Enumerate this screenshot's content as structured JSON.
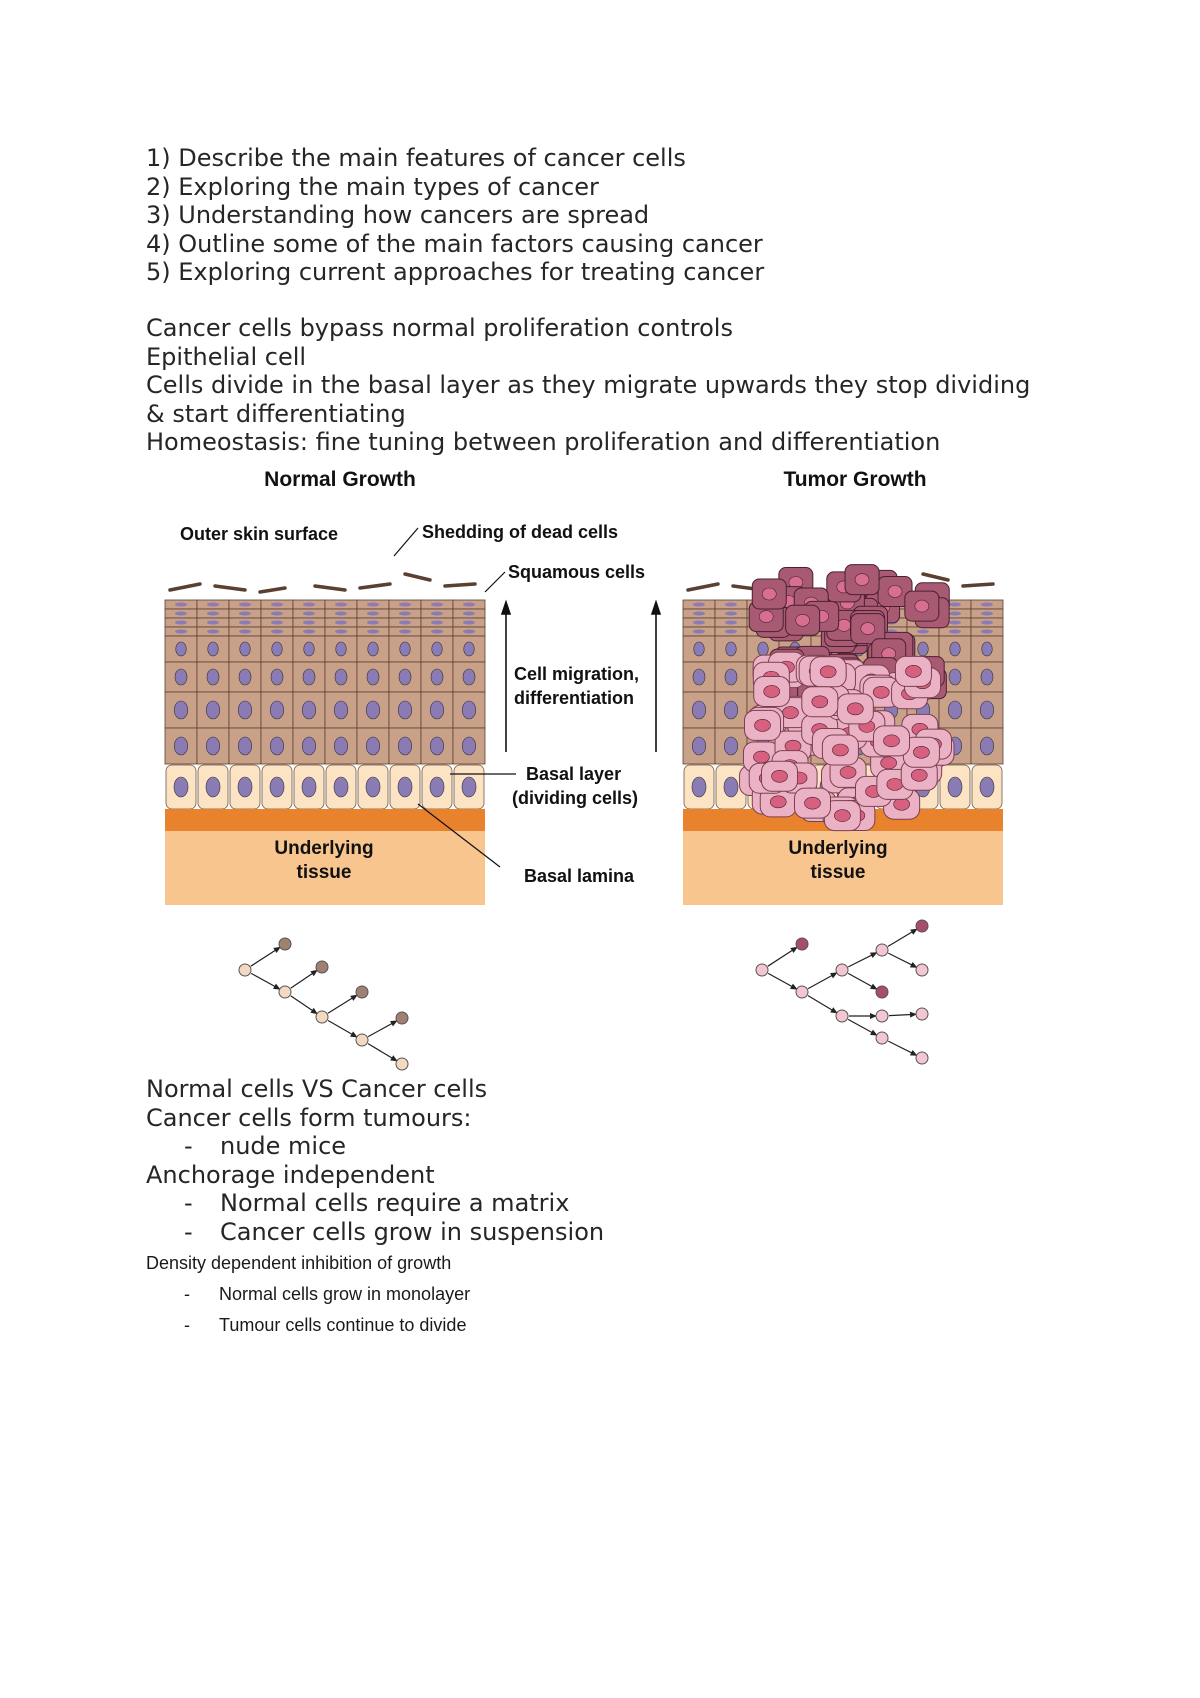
{
  "objectives": [
    "1) Describe the main features of cancer cells",
    "2) Exploring the main types of cancer",
    "3) Understanding how cancers are spread",
    "4) Outline some of the main factors causing cancer",
    "5) Exploring current approaches for treating cancer"
  ],
  "intro": {
    "line1": "Cancer cells bypass normal proliferation controls",
    "line2": "Epithelial cell",
    "line3": "Cells divide in the basal layer as they migrate upwards they stop dividing",
    "line4": "& start differentiating",
    "line5": "Homeostasis: fine tuning between proliferation and differentiation"
  },
  "figure": {
    "normal_title": "Normal Growth",
    "tumor_title": "Tumor Growth",
    "outer_skin": "Outer skin surface",
    "shedding": "Shedding of dead cells",
    "squamous": "Squamous cells",
    "migration_1": "Cell migration,",
    "migration_2": "differentiation",
    "basal_1": "Basal layer",
    "basal_2": "(dividing cells)",
    "underlying_1": "Underlying",
    "underlying_2": "tissue",
    "basal_lamina": "Basal lamina",
    "colors": {
      "cell_fill": "#c9a189",
      "basal_cell_fill": "#fbe3c4",
      "nucleus": "#8a7bb4",
      "lamina": "#e9822c",
      "tissue": "#f7c58d",
      "tumor_dark": "#a85a73",
      "tumor_light": "#ebb2c6"
    }
  },
  "section2": {
    "heading": "Normal cells VS Cancer cells",
    "tumours": "Cancer cells form tumours:",
    "tumours_items": [
      "nude mice"
    ],
    "anchorage": "Anchorage independent",
    "anchorage_items": [
      "Normal cells require a matrix",
      "Cancer cells grow in suspension"
    ],
    "dash": "-"
  },
  "section3": {
    "heading": "Density dependent inhibition of growth",
    "items": [
      "Normal cells grow in monolayer",
      "Tumour cells continue to divide"
    ]
  }
}
